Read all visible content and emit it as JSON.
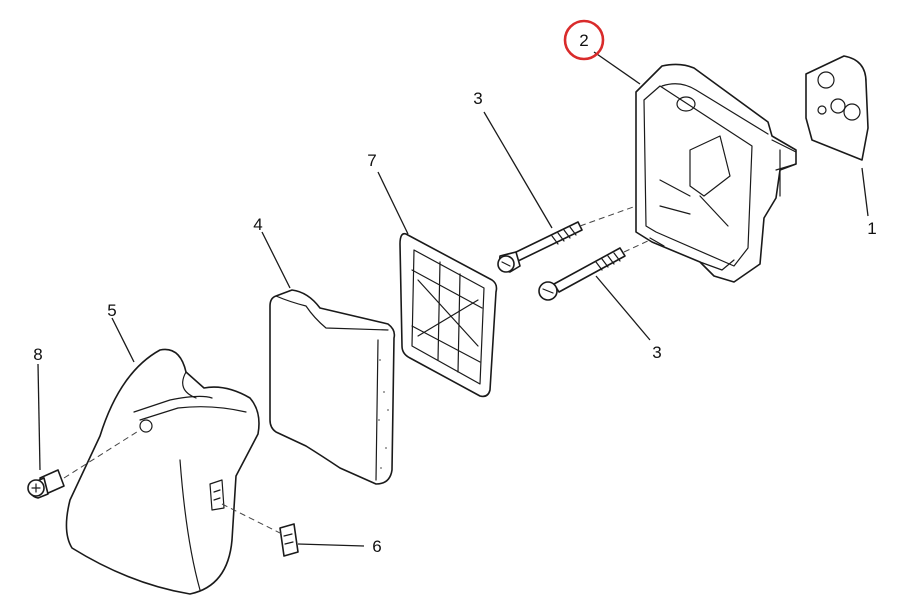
{
  "colors": {
    "highlight": "#d92b2b",
    "line": "#1a1a1a",
    "background": "#ffffff"
  },
  "callouts": {
    "gasket": "1",
    "case": "2",
    "bolt_upper": "3",
    "bolt_lower": "3",
    "filter_element": "4",
    "cover": "5",
    "clip": "6",
    "grid": "7",
    "screw": "8"
  },
  "highlighted_callout": "2"
}
